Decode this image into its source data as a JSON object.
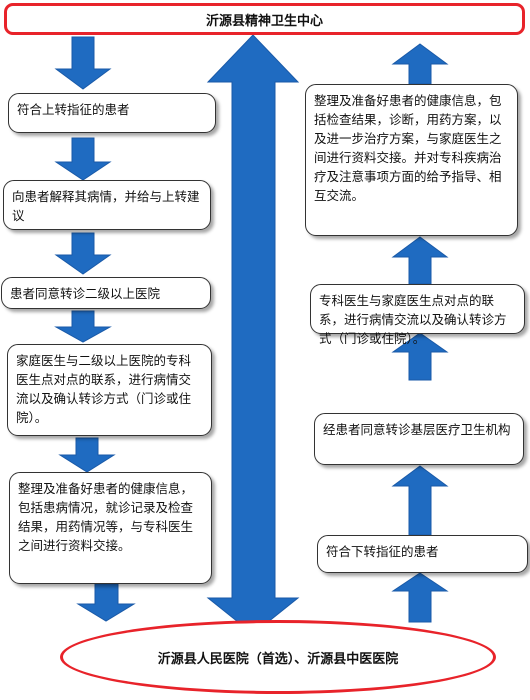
{
  "colors": {
    "arrow": "#1f6bc1",
    "arrow_edge": "#1a5aa8",
    "frame": "#e8232a"
  },
  "top_title": "沂源县精神卫生中心",
  "bottom_title": "沂源县人民医院（首选）、沂源县中医医院",
  "left_steps": [
    "符合上转指征的患者",
    "向患者解释其病情，并给与上转建议",
    "患者同意转诊二级以上医院",
    "家庭医生与二级以上医院的专科医生点对点的联系，进行病情交流以及确认转诊方式（门诊或住院）。",
    "整理及准备好患者的健康信息，包括患病情况，就诊记录及检查结果，用药情况等，与专科医生之间进行资料交接。"
  ],
  "right_steps": [
    "整理及准备好患者的健康信息，包括检查结果，诊断，用药方案，以及进一步治疗方案，与家庭医生之间进行资料交接。并对专科疾病治疗及注意事项方面的给予指导、相互交流。",
    "专科医生与家庭医生点对点的联系，进行病情交流以及确认转诊方式（门诊或住院）。",
    "经患者同意转诊基层医疗卫生机构",
    "符合下转指征的患者"
  ]
}
